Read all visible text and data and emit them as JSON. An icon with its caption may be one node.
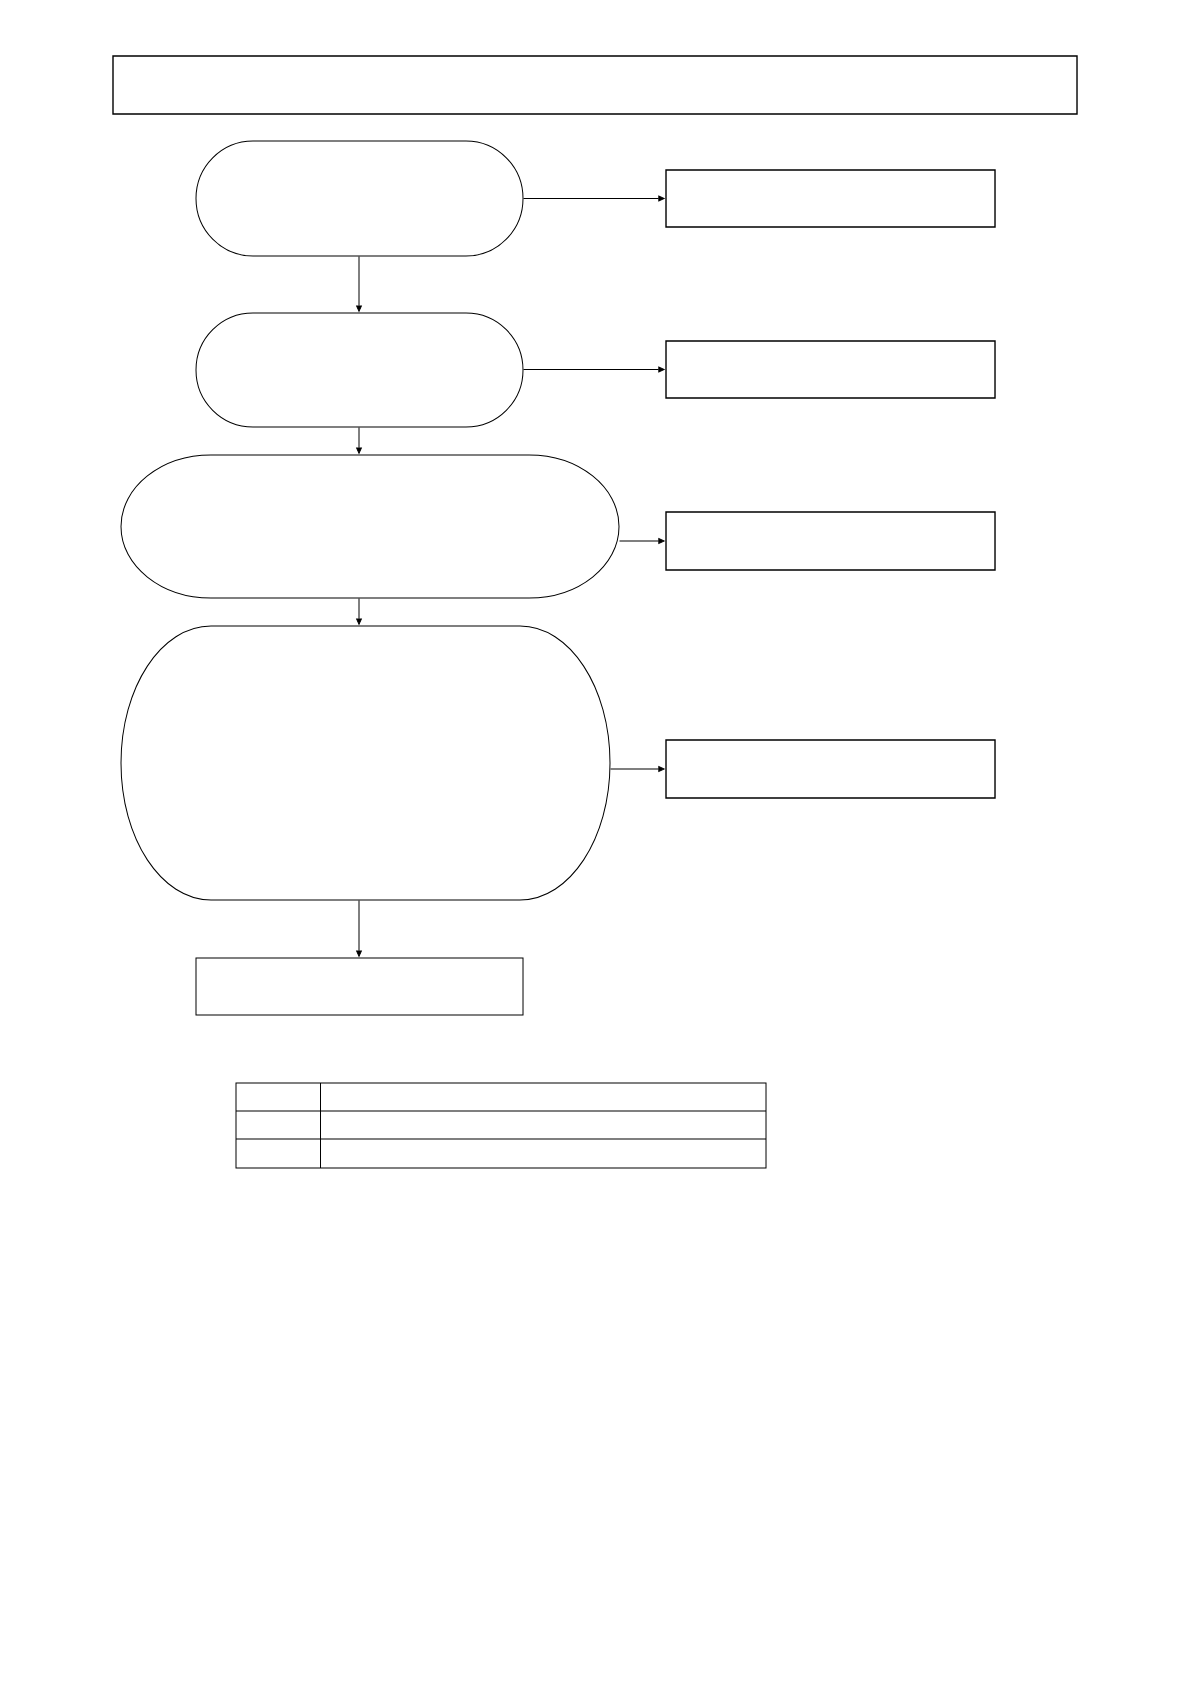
{
  "diagram": {
    "nodes": [
      {
        "text": [],
        "shape": "oval"
      },
      {
        "text": [],
        "shape": "box"
      },
      {
        "text": [],
        "shape": "oval"
      },
      {
        "text": [],
        "shape": "box"
      },
      {
        "text": [],
        "shape": "oval"
      },
      {
        "text": [],
        "shape": "box"
      },
      {
        "text": [],
        "shape": "oval"
      },
      {
        "text": [],
        "shape": "box"
      },
      {
        "text": [],
        "shape": "box"
      }
    ],
    "edges": [
      {
        "from": 0,
        "to": 1,
        "arrow": "to"
      },
      {
        "from": 0,
        "to": 2,
        "arrow": "to"
      },
      {
        "from": 2,
        "to": 3,
        "arrow": "to"
      },
      {
        "from": 2,
        "to": 4,
        "arrow": "to"
      },
      {
        "from": 4,
        "to": 5,
        "arrow": "to"
      },
      {
        "from": 4,
        "to": 6,
        "arrow": "to"
      },
      {
        "from": 6,
        "to": 7,
        "arrow": "to"
      },
      {
        "from": 6,
        "to": 8,
        "arrow": "to"
      }
    ]
  }
}
